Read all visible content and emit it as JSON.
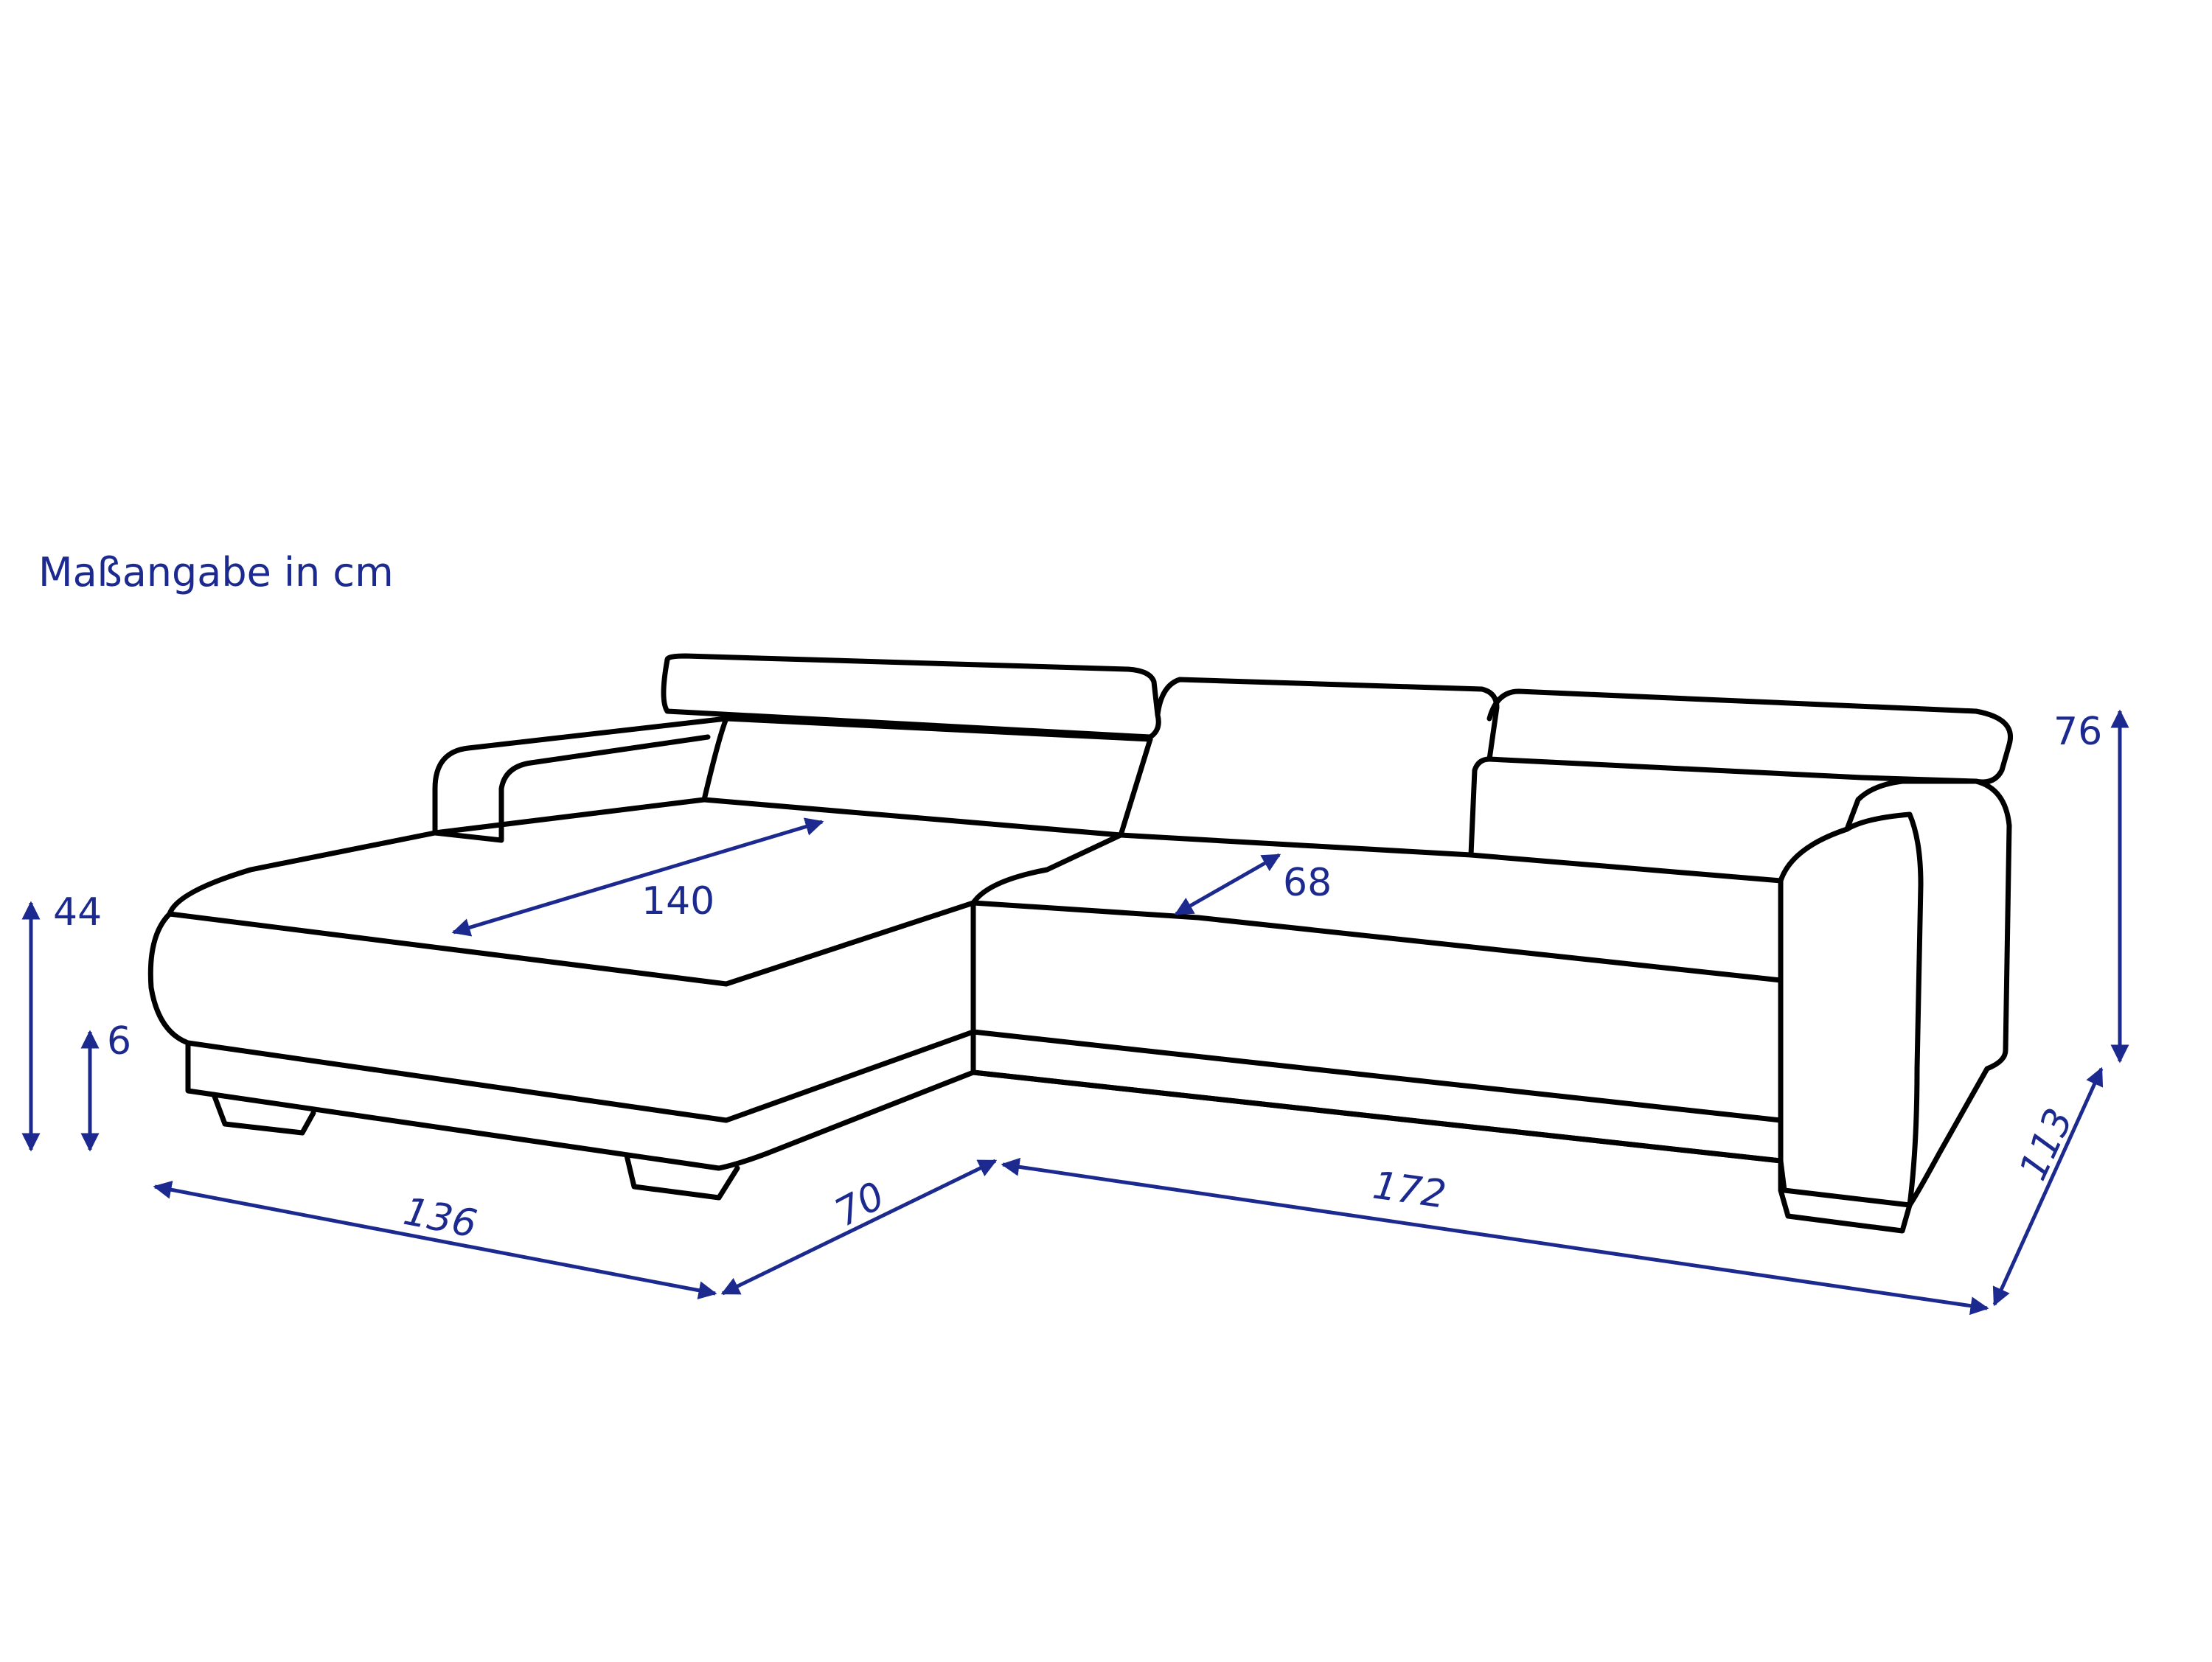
{
  "caption": "Maßangabe in cm",
  "colors": {
    "dimension": "#1c2a8f",
    "outline": "#000000"
  },
  "dimensions": {
    "chaise_length": "140",
    "seat_depth": "68",
    "seat_height": "44",
    "foot_height": "6",
    "back_height": "76",
    "chaise_width": "136",
    "corner_offset": "70",
    "main_length": "172",
    "main_depth": "113"
  }
}
